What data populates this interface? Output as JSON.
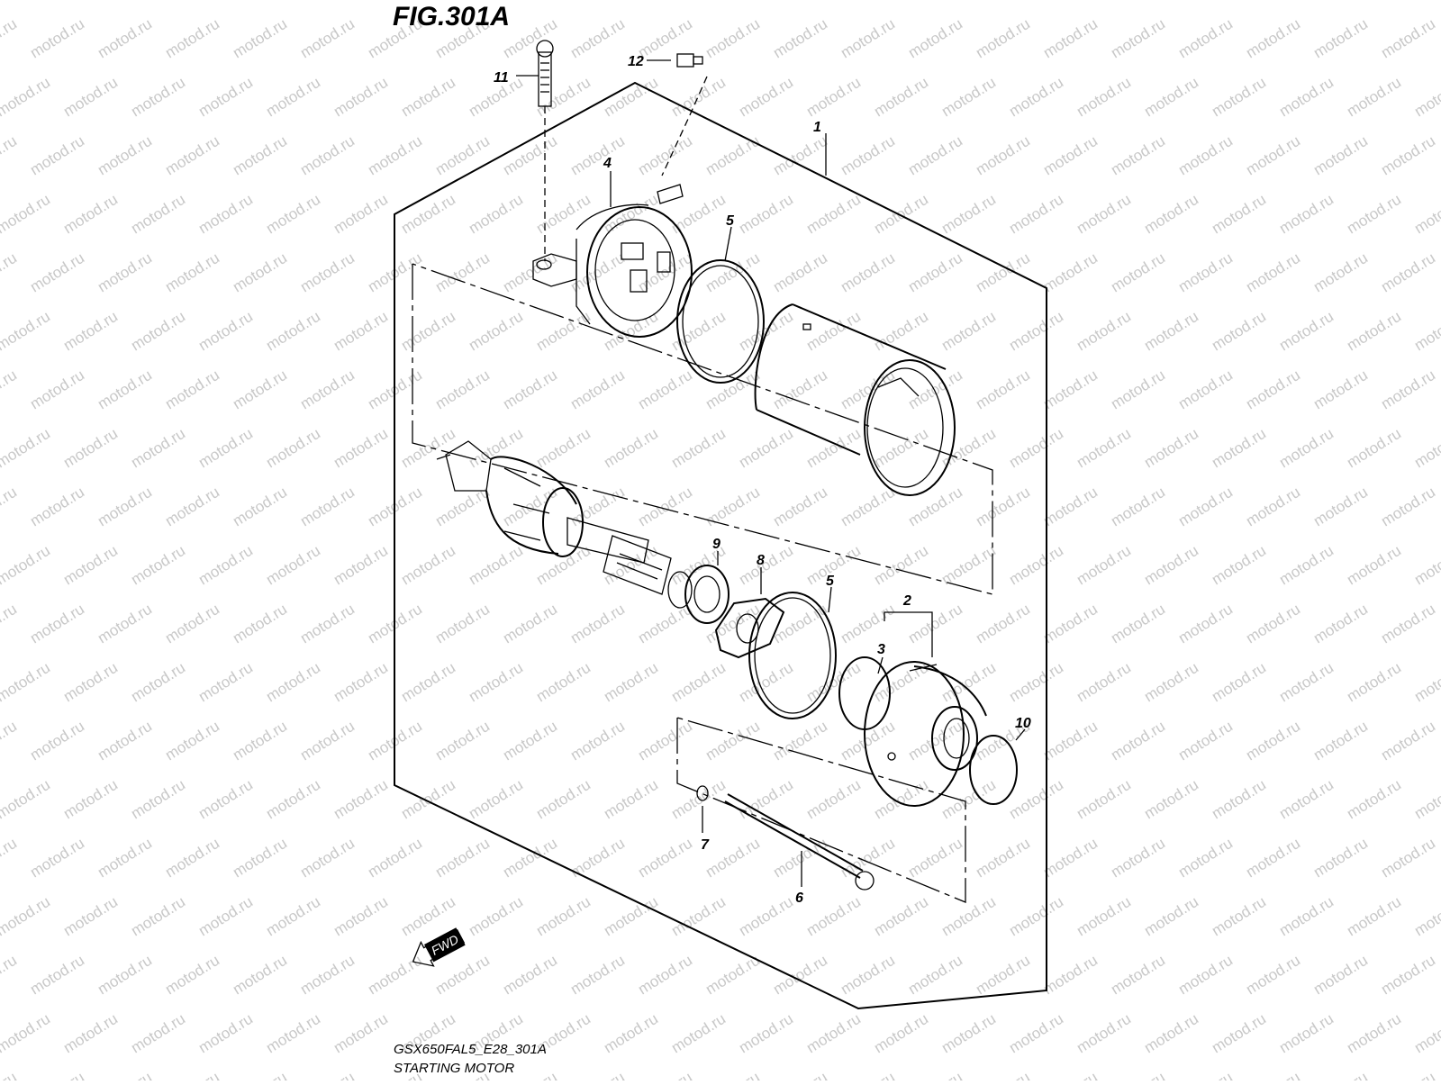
{
  "figure": {
    "title": "FIG.301A",
    "model_code": "GSX650FAL5_E28_301A",
    "section_name": "STARTING MOTOR",
    "direction_label": "FWD"
  },
  "watermark": {
    "text": "motod.ru",
    "color": "#c8c8c8"
  },
  "callouts": [
    {
      "id": "p1",
      "label": "1"
    },
    {
      "id": "p2",
      "label": "2"
    },
    {
      "id": "p3",
      "label": "3"
    },
    {
      "id": "p4",
      "label": "4"
    },
    {
      "id": "p5a",
      "label": "5"
    },
    {
      "id": "p5b",
      "label": "5"
    },
    {
      "id": "p6",
      "label": "6"
    },
    {
      "id": "p7",
      "label": "7"
    },
    {
      "id": "p8",
      "label": "8"
    },
    {
      "id": "p9",
      "label": "9"
    },
    {
      "id": "p10",
      "label": "10"
    },
    {
      "id": "p11",
      "label": "11"
    },
    {
      "id": "p12",
      "label": "12"
    }
  ]
}
